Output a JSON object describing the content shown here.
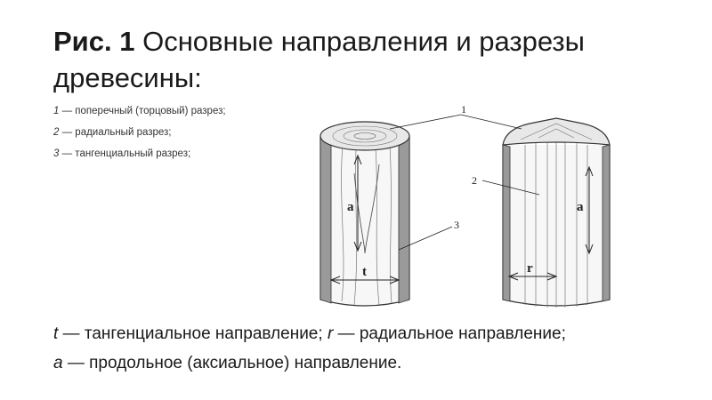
{
  "title": {
    "prefix": "Рис. 1",
    "text": "Основные направления и разрезы древесины:"
  },
  "legend": [
    {
      "num": "1",
      "text": "— поперечный (торцовый) разрез;"
    },
    {
      "num": "2",
      "text": "— радиальный разрез;"
    },
    {
      "num": "3",
      "text": "— тангенциальный разрез;"
    }
  ],
  "footer": {
    "line1": {
      "t": "t",
      "t_text": " — тангенциальное направление; ",
      "r": "r",
      "r_text": " — радиальное направление;"
    },
    "line2": {
      "a": "a",
      "a_text": " — продольное (аксиальное) направление."
    }
  },
  "diagram": {
    "callouts": [
      "1",
      "2",
      "3"
    ],
    "left_log_labels": {
      "axial": "a",
      "tangential": "t"
    },
    "right_log_labels": {
      "axial": "a",
      "radial": "r"
    }
  }
}
